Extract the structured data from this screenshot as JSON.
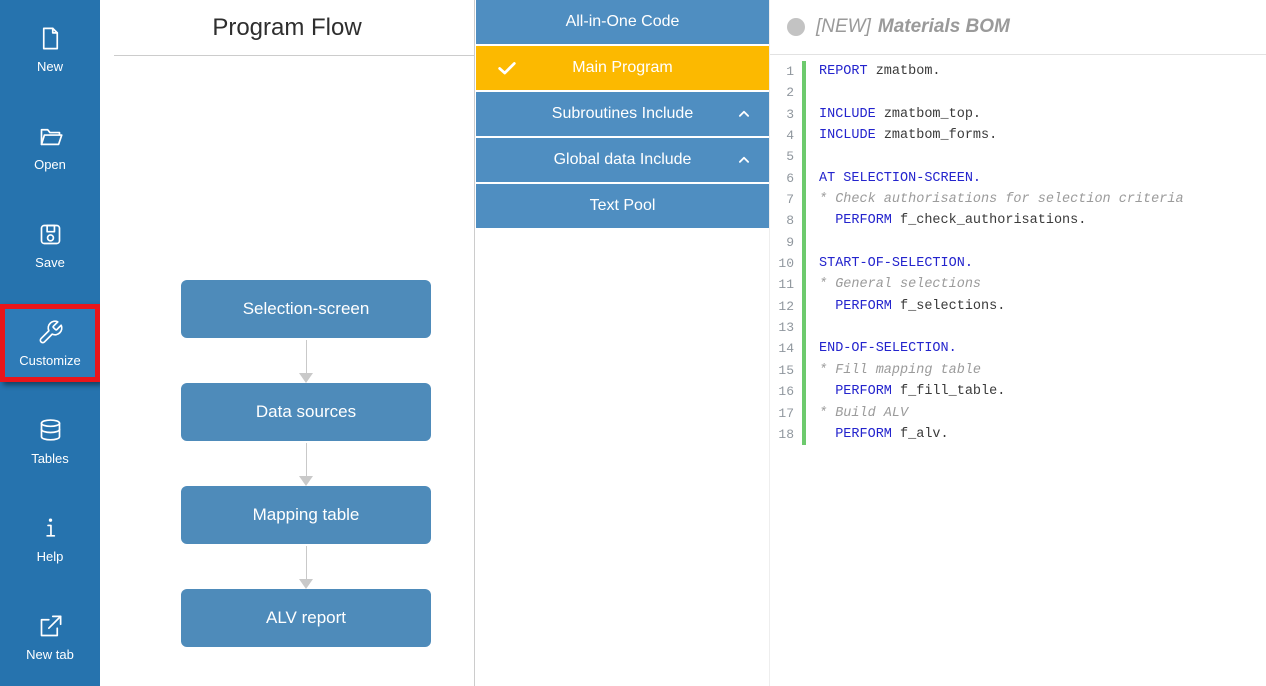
{
  "colors": {
    "sidebar_blue": "#2673ae",
    "item_blue": "#4f8ec1",
    "flow_box_blue": "#4e8bba",
    "selected_yellow": "#fcb900",
    "highlight_red": "#e9151b",
    "keyword_blue": "#2424cd",
    "comment_gray": "#9b9b9b",
    "gutter_green": "#6dca6d",
    "status_dot_gray": "#c3c3c3"
  },
  "sidebar": {
    "items": [
      {
        "label": "New",
        "icon": "new-document-icon"
      },
      {
        "label": "Open",
        "icon": "open-folder-icon"
      },
      {
        "label": "Save",
        "icon": "save-floppy-icon"
      },
      {
        "label": "Customize",
        "icon": "wrench-icon",
        "highlighted": true
      },
      {
        "label": "Tables",
        "icon": "database-icon"
      },
      {
        "label": "Help",
        "icon": "info-icon"
      },
      {
        "label": "New tab",
        "icon": "external-link-icon"
      }
    ]
  },
  "program_flow": {
    "title": "Program Flow",
    "steps": [
      "Selection-screen",
      "Data sources",
      "Mapping table",
      "ALV report"
    ]
  },
  "menu": {
    "items": [
      {
        "label": "All-in-One Code"
      },
      {
        "label": "Main Program",
        "selected": true,
        "icon": "checkmark-icon"
      },
      {
        "label": "Subroutines Include",
        "collapsible": true,
        "icon": "chevron-up-icon"
      },
      {
        "label": "Global data Include",
        "collapsible": true,
        "icon": "chevron-up-icon"
      },
      {
        "label": "Text Pool"
      }
    ]
  },
  "editor": {
    "status_tag": "[NEW]",
    "title": "Materials BOM",
    "lines": [
      {
        "n": "1",
        "segments": [
          [
            "kw",
            "REPORT"
          ],
          [
            "pl",
            " zmatbom."
          ]
        ]
      },
      {
        "n": "2",
        "segments": []
      },
      {
        "n": "3",
        "segments": [
          [
            "kw",
            "INCLUDE"
          ],
          [
            "pl",
            " zmatbom_top."
          ]
        ]
      },
      {
        "n": "4",
        "segments": [
          [
            "kw",
            "INCLUDE"
          ],
          [
            "pl",
            " zmatbom_forms."
          ]
        ]
      },
      {
        "n": "5",
        "segments": []
      },
      {
        "n": "6",
        "segments": [
          [
            "kw",
            "AT SELECTION-SCREEN."
          ]
        ]
      },
      {
        "n": "7",
        "segments": [
          [
            "cm",
            "* Check authorisations for selection criteria"
          ]
        ]
      },
      {
        "n": "8",
        "segments": [
          [
            "pl",
            "  "
          ],
          [
            "kw",
            "PERFORM"
          ],
          [
            "pl",
            " f_check_authorisations."
          ]
        ]
      },
      {
        "n": "9",
        "segments": []
      },
      {
        "n": "10",
        "segments": [
          [
            "kw",
            "START-OF-SELECTION."
          ]
        ]
      },
      {
        "n": "11",
        "segments": [
          [
            "cm",
            "* General selections"
          ]
        ]
      },
      {
        "n": "12",
        "segments": [
          [
            "pl",
            "  "
          ],
          [
            "kw",
            "PERFORM"
          ],
          [
            "pl",
            " f_selections."
          ]
        ]
      },
      {
        "n": "13",
        "segments": []
      },
      {
        "n": "14",
        "segments": [
          [
            "kw",
            "END-OF-SELECTION."
          ]
        ]
      },
      {
        "n": "15",
        "segments": [
          [
            "cm",
            "* Fill mapping table"
          ]
        ]
      },
      {
        "n": "16",
        "segments": [
          [
            "pl",
            "  "
          ],
          [
            "kw",
            "PERFORM"
          ],
          [
            "pl",
            " f_fill_table."
          ]
        ]
      },
      {
        "n": "17",
        "segments": [
          [
            "cm",
            "* Build ALV"
          ]
        ]
      },
      {
        "n": "18",
        "segments": [
          [
            "pl",
            "  "
          ],
          [
            "kw",
            "PERFORM"
          ],
          [
            "pl",
            " f_alv."
          ]
        ]
      }
    ]
  }
}
